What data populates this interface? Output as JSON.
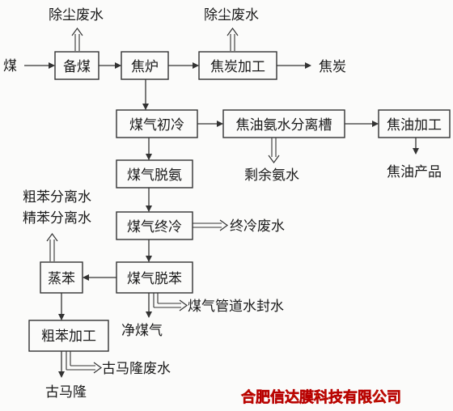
{
  "nodes": {
    "coal": "煤",
    "coal_prep": "备煤",
    "coke_oven": "焦炉",
    "coke_processing": "焦炭加工",
    "coke": "焦炭",
    "dust_water_1": "除尘废水",
    "dust_water_2": "除尘废水",
    "gas_primary_cooling": "煤气初冷",
    "tar_ammonia_separator": "焦油氨水分离槽",
    "tar_processing": "焦油加工",
    "residual_ammonia_water": "剩余氨水",
    "tar_products": "焦油产品",
    "gas_deammonia": "煤气脱氨",
    "gas_final_cooling": "煤气终冷",
    "final_cooling_wastewater": "终冷废水",
    "crude_benzene_water": "粗苯分离水",
    "refined_benzene_water": "精苯分离水",
    "benzene_steaming": "蒸苯",
    "gas_debenzene": "煤气脱苯",
    "pipeline_seal_water": "煤气管道水封水",
    "clean_gas": "净煤气",
    "crude_benzene_processing": "粗苯加工",
    "coumarone_wastewater": "古马隆废水",
    "coumarone": "古马隆"
  },
  "watermark": "合肥信达膜科技有限公司"
}
